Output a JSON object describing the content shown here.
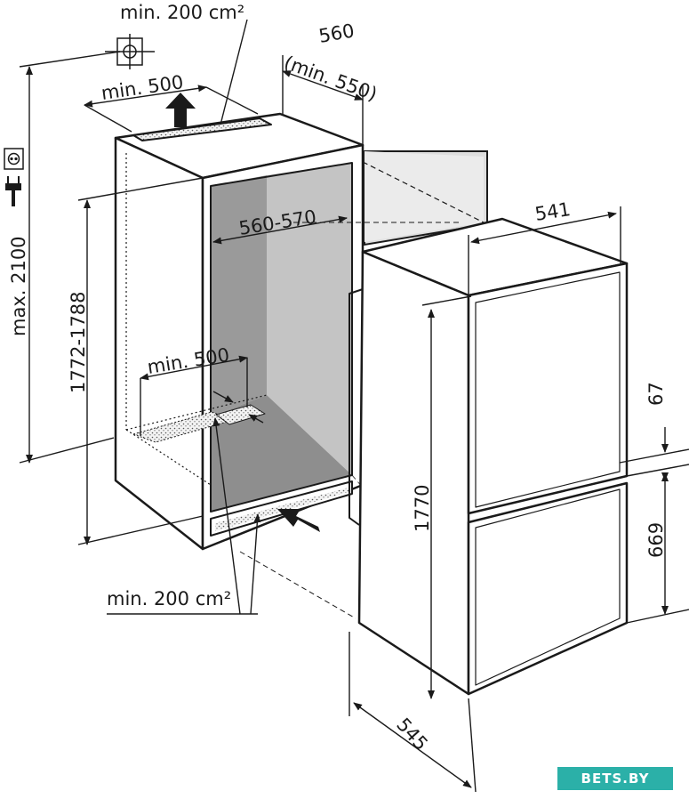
{
  "labels": {
    "top_vent_area": "min. 200 cm²",
    "niche_depth": "560",
    "niche_depth_min": "(min. 550)",
    "top_vent_depth": "min. 500",
    "inner_width": "560-570",
    "appliance_width": "541",
    "max_height": "max. 2100",
    "niche_height": "1772-1788",
    "floor_vent_depth": "min. 500",
    "appliance_height": "1770",
    "gap_height": "67",
    "lower_door_height": "669",
    "bottom_vent_area": "min. 200 cm²",
    "appliance_depth": "545"
  },
  "watermark": "BETS.BY",
  "icons": [
    "vent-grille-icon",
    "socket-icon",
    "plug-icon",
    "airflow-arrow-icon"
  ],
  "colors": {
    "line": "#1a1a1a",
    "niche_side_shade": "#9a9a9a",
    "niche_back_shade": "#c4c4c4",
    "niche_floor_shade": "#8e8e8e",
    "door_shade": "#dedede",
    "watermark_bg": "#2bb0a8"
  }
}
